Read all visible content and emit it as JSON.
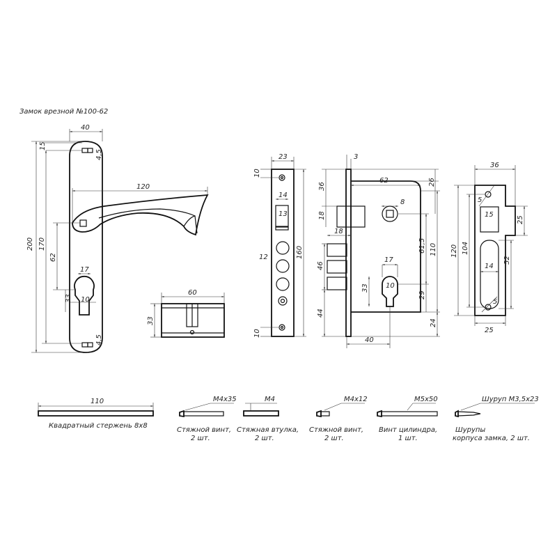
{
  "title": "Замок врезной №100-62",
  "handle": {
    "width": "40",
    "top_offset": "15",
    "lever_len": "120",
    "height_total": "200",
    "axis_dist": "170",
    "lever_to_cyl": "62",
    "cyl_width": "17",
    "cyl_low": "33",
    "cyl_diam": "10",
    "screw_top": "4,5",
    "screw_bot": "4,5"
  },
  "cylinder": {
    "length": "60",
    "height": "33"
  },
  "faceplate": {
    "width": "23",
    "width_inner": "14",
    "top": "10",
    "bottom": "10",
    "square": "13",
    "latch_h": "12",
    "height": "160"
  },
  "lockbody": {
    "plate": "3",
    "top": "36",
    "width_top": "62",
    "right_top": "26",
    "spindle": "8",
    "latch_h": "18",
    "latch_w": "18",
    "center_dist": "61,5",
    "body_h": "110",
    "bolts_h": "46",
    "cyl_w": "17",
    "cyl_h": "33",
    "cyl_d": "10",
    "right_low": "29",
    "bottom": "44",
    "right_bottom": "24",
    "backset": "40"
  },
  "strike": {
    "width_top": "36",
    "hole": "5",
    "latch_hole": "15",
    "hole_gap": "25",
    "height": "120",
    "inner_h": "104",
    "bolt_w": "14",
    "bolt_h": "52",
    "hole_low": "5",
    "width_bottom": "25"
  },
  "parts": [
    {
      "dim": "110",
      "label1": "Квадратный стержень 8х8",
      "label2": ""
    },
    {
      "dim": "M4x35",
      "label1": "Стяжной винт,",
      "label2": "2 шт."
    },
    {
      "dim": "M4",
      "label1": "Стяжная втулка,",
      "label2": "2 шт."
    },
    {
      "dim": "M4x12",
      "label1": "Стяжной винт,",
      "label2": "2 шт."
    },
    {
      "dim": "M5x50",
      "label1": "Винт цилиндра,",
      "label2": "1 шт."
    },
    {
      "dim": "Шуруп М3,5х23",
      "label1": "Шурупы",
      "label2": "корпуса замка, 2 шт."
    }
  ]
}
